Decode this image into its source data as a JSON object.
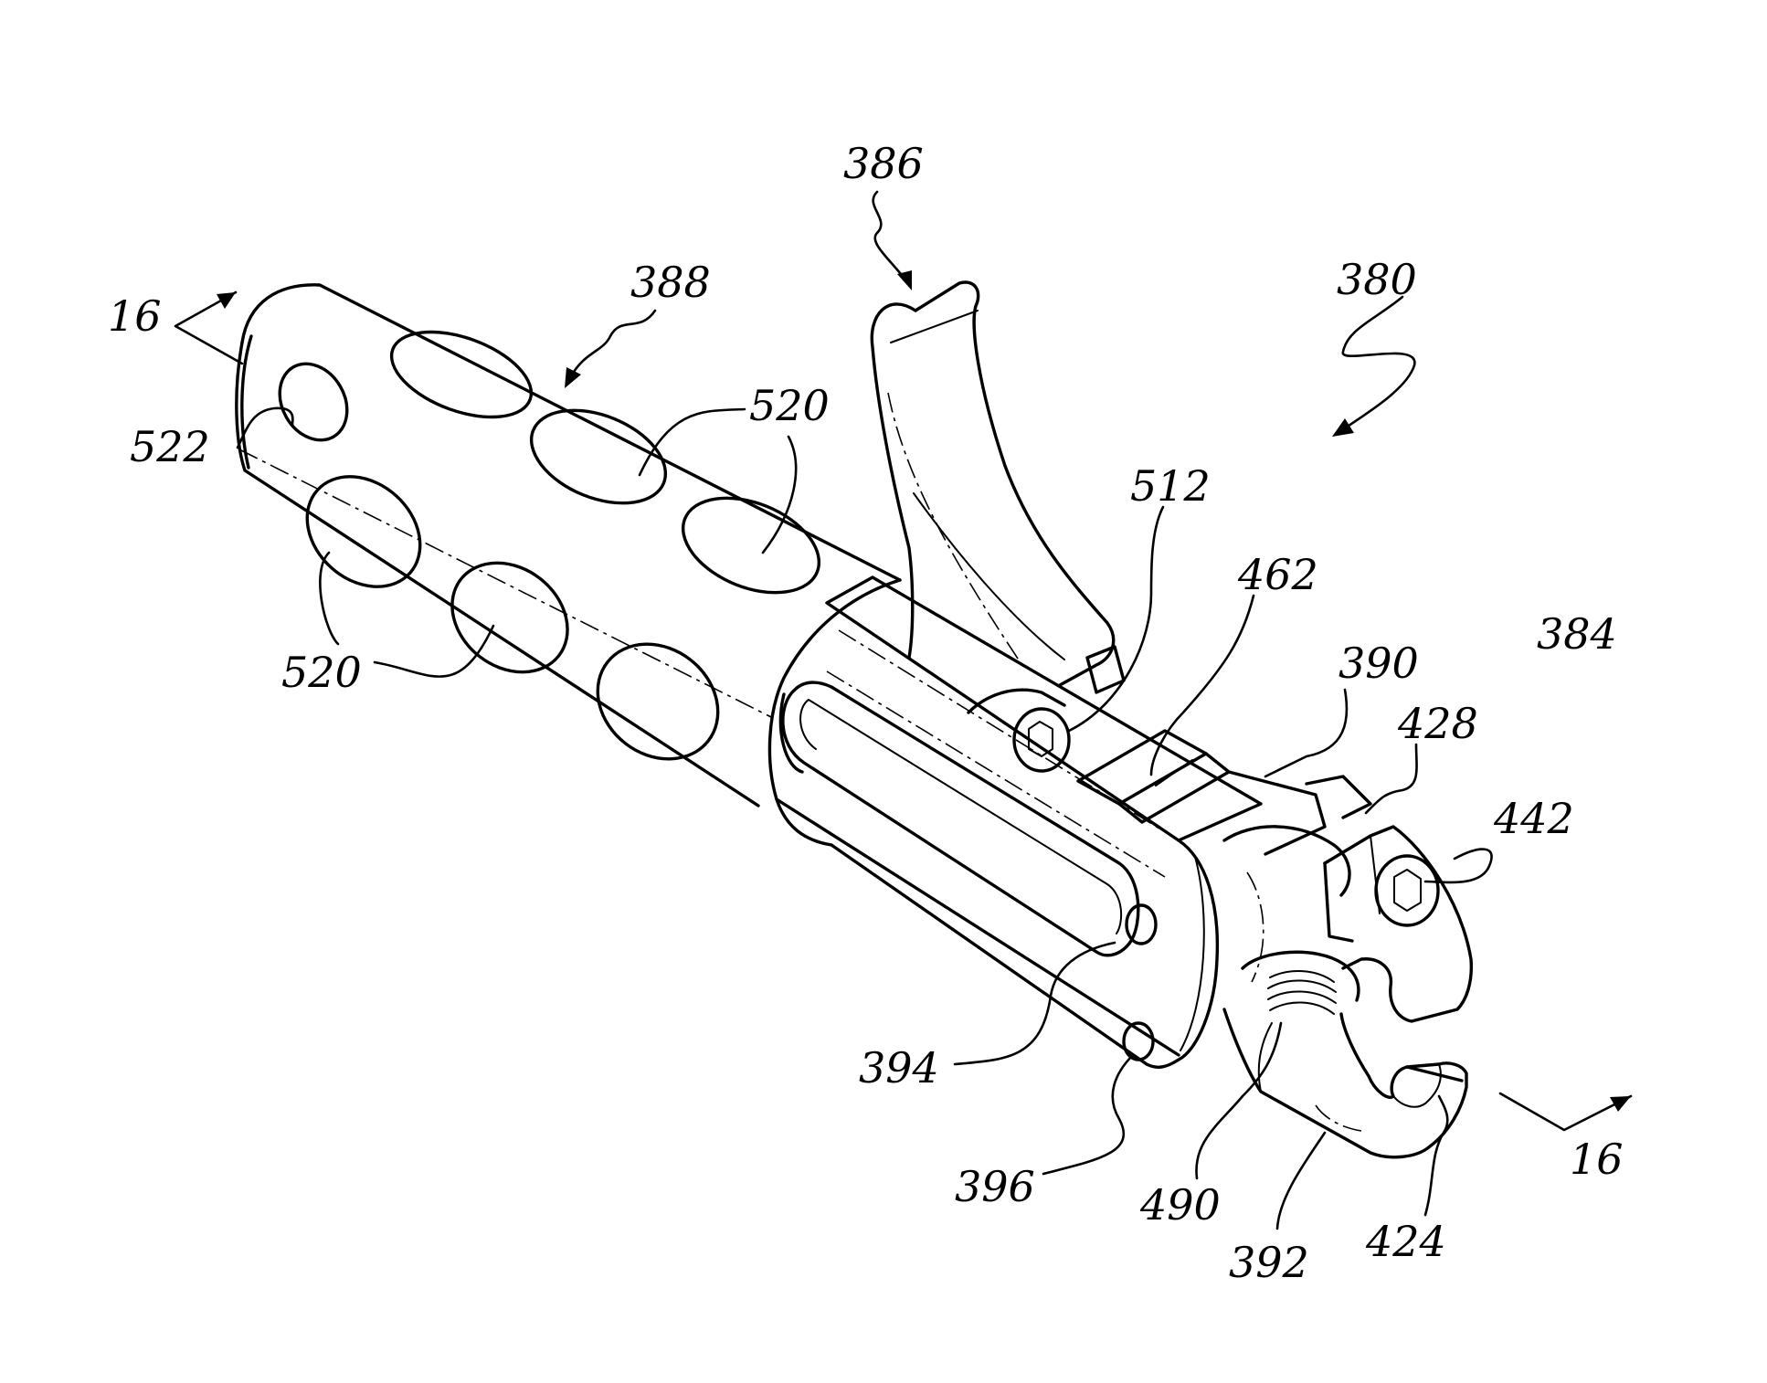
{
  "figure": {
    "callouts": {
      "section_left": "16",
      "section_right": "16",
      "assembly": "380",
      "lever": "386",
      "handle": "388",
      "body_tag": "384",
      "hole_end": "522",
      "hole_top": "520",
      "hole_bottom": "520",
      "fastener": "512",
      "pawl": "462",
      "jaw_block": "390",
      "jaw_pin": "428",
      "screw": "442",
      "slot": "394",
      "pin_hole": "396",
      "spring": "490",
      "lower_jaw": "392",
      "hook": "424"
    }
  }
}
